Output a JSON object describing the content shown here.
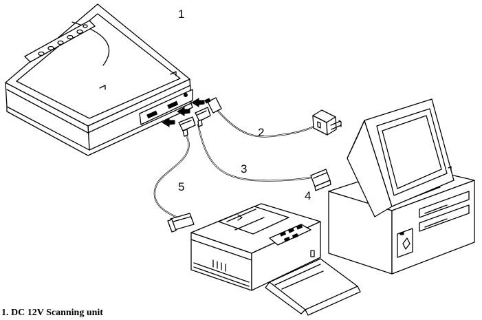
{
  "callouts": {
    "scanner": "1",
    "power_cable": "2",
    "computer_cable": "3",
    "computer_port": "4",
    "printer_cable": "5"
  },
  "caption": "1.    DC 12V Scanning unit"
}
